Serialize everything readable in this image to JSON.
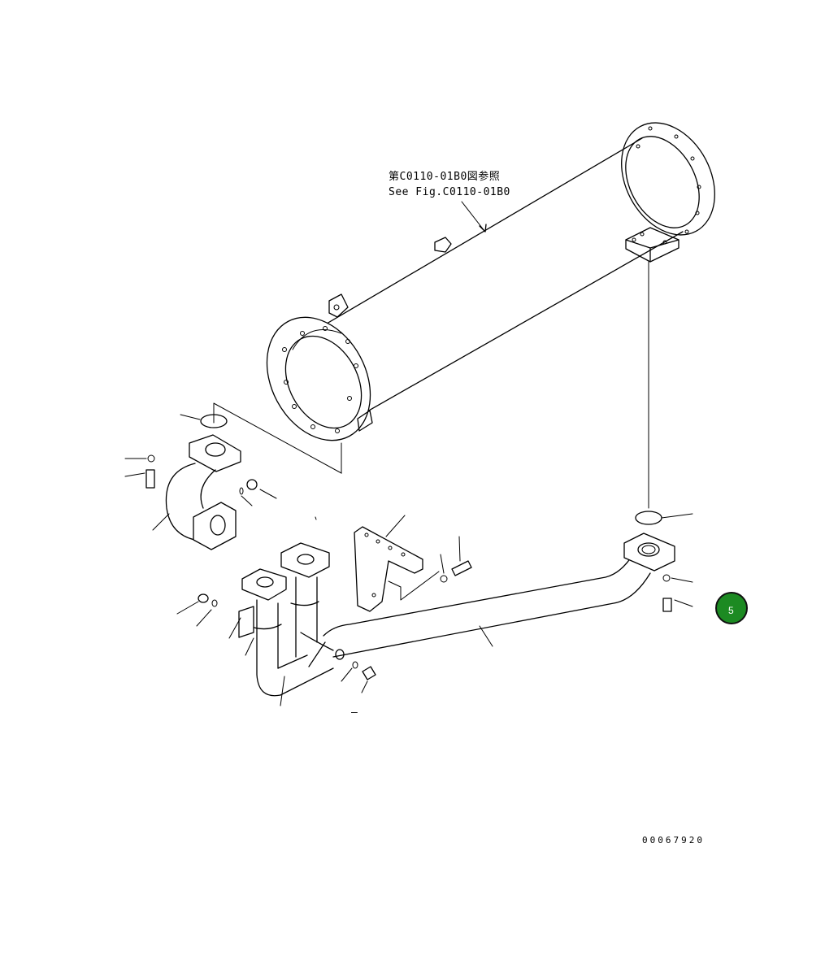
{
  "callout": {
    "line1": "第C0110-01B0図参照",
    "line2": "See Fig.C0110-01B0"
  },
  "drawing_number": "00067920",
  "dash_mark": "–",
  "hotspot": {
    "label": "5",
    "color": "#1c8a22"
  }
}
